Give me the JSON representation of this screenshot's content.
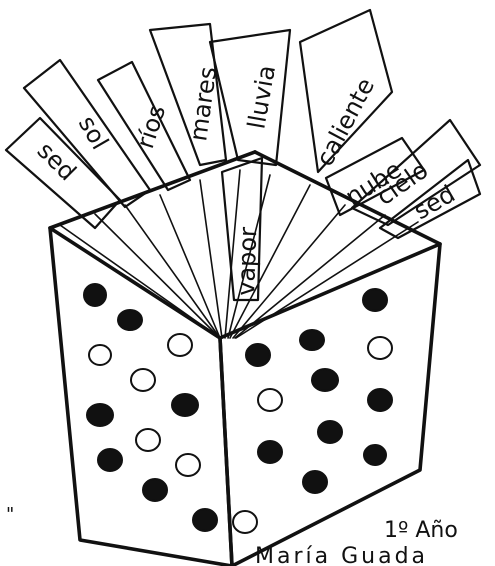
{
  "fan_words": [
    "sed",
    "sol",
    "ríos",
    "mares",
    "lluvia",
    "vapor",
    "caliente",
    "nube",
    "cielo",
    "sed"
  ],
  "caption": {
    "year": "1º Año",
    "author": "María Guada"
  },
  "stray_mark": "\"",
  "colors": {
    "ink": "#111111",
    "paper": "#ffffff"
  }
}
